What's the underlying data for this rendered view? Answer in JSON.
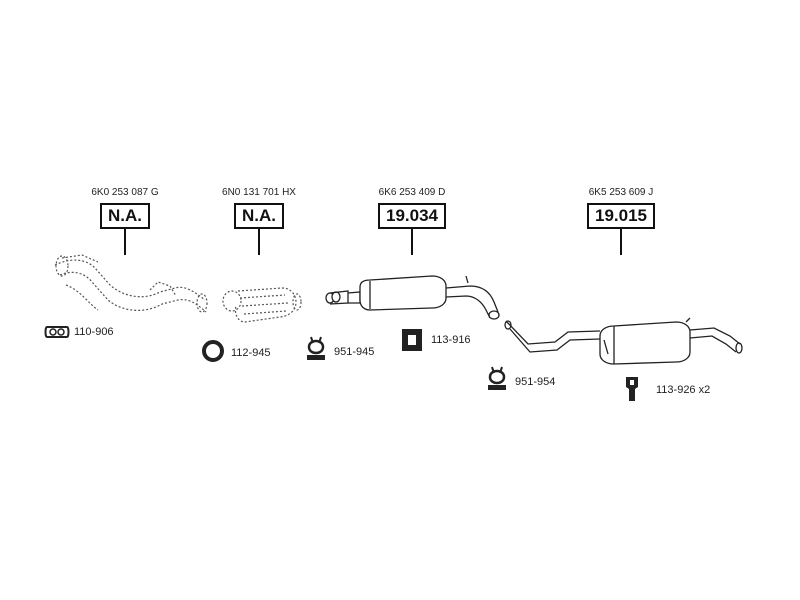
{
  "assemblies": [
    {
      "oem": "6K0 253 087 G",
      "ref": "N.A."
    },
    {
      "oem": "6N0 131 701 HX",
      "ref": "N.A."
    },
    {
      "oem": "6K6 253 409 D",
      "ref": "19.034"
    },
    {
      "oem": "6K5 253 609 J",
      "ref": "19.015"
    }
  ],
  "accessories": [
    {
      "code": "110-906",
      "icon": "flange-gasket-icon"
    },
    {
      "code": "112-945",
      "icon": "ring-gasket-icon"
    },
    {
      "code": "951-945",
      "icon": "clamp-icon"
    },
    {
      "code": "113-916",
      "icon": "rubber-mount-icon"
    },
    {
      "code": "951-954",
      "icon": "clamp-icon"
    },
    {
      "code": "113-926 x2",
      "icon": "hanger-icon"
    }
  ]
}
